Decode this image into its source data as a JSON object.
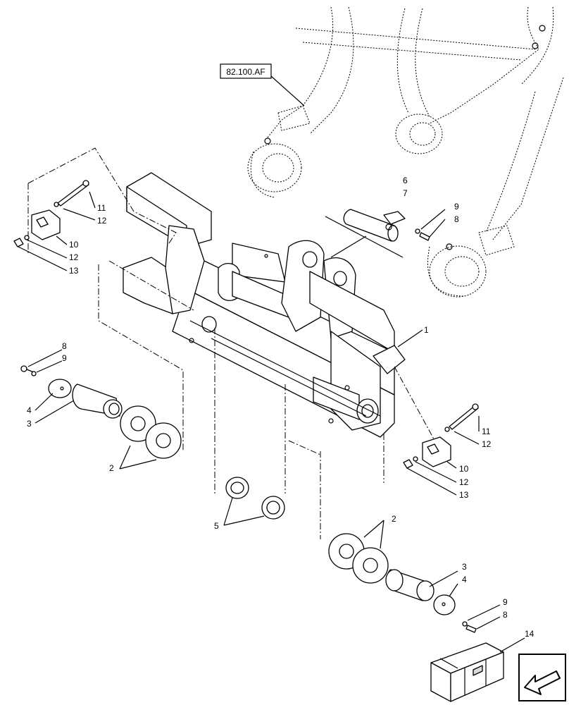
{
  "reference": {
    "label": "82.100.AF"
  },
  "callouts": [
    {
      "id": "c1",
      "text": "1"
    },
    {
      "id": "c2a",
      "text": "2"
    },
    {
      "id": "c2b",
      "text": "2"
    },
    {
      "id": "c3a",
      "text": "3"
    },
    {
      "id": "c3b",
      "text": "3"
    },
    {
      "id": "c4a",
      "text": "4"
    },
    {
      "id": "c4b",
      "text": "4"
    },
    {
      "id": "c5",
      "text": "5"
    },
    {
      "id": "c6",
      "text": "6"
    },
    {
      "id": "c7",
      "text": "7"
    },
    {
      "id": "c8a",
      "text": "8"
    },
    {
      "id": "c8b",
      "text": "8"
    },
    {
      "id": "c8c",
      "text": "8"
    },
    {
      "id": "c9a",
      "text": "9"
    },
    {
      "id": "c9b",
      "text": "9"
    },
    {
      "id": "c9c",
      "text": "9"
    },
    {
      "id": "c10a",
      "text": "10"
    },
    {
      "id": "c10b",
      "text": "10"
    },
    {
      "id": "c11a",
      "text": "11"
    },
    {
      "id": "c11b",
      "text": "11"
    },
    {
      "id": "c12a",
      "text": "12"
    },
    {
      "id": "c12b",
      "text": "12"
    },
    {
      "id": "c12c",
      "text": "12"
    },
    {
      "id": "c12d",
      "text": "12"
    },
    {
      "id": "c13a",
      "text": "13"
    },
    {
      "id": "c13b",
      "text": "13"
    },
    {
      "id": "c14",
      "text": "14"
    }
  ],
  "icons": {
    "kit": "parts-kit-crate-icon",
    "nav": "navigation-arrow-icon"
  }
}
